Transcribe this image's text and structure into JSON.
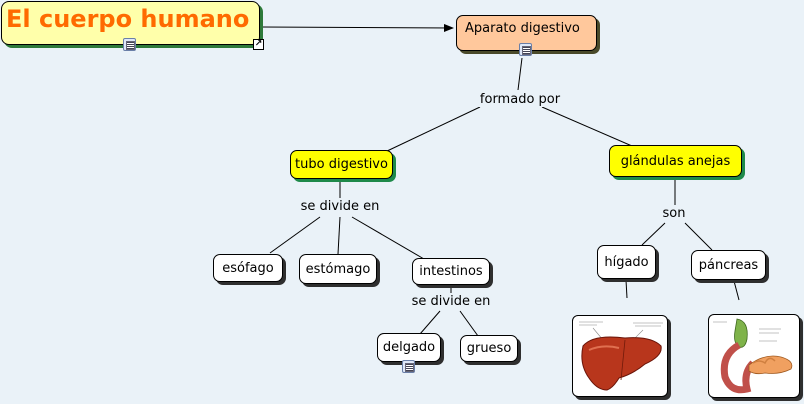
{
  "title": "El cuerpo humano",
  "nodes": {
    "aparato": "Aparato digestivo",
    "tubo": "tubo digestivo",
    "glandulas": "glándulas anejas",
    "esofago": "esófago",
    "estomago": "estómago",
    "intestinos": "intestinos",
    "delgado": "delgado",
    "grueso": "grueso",
    "higado": "hígado",
    "pancreas": "páncreas"
  },
  "links": {
    "formado_por": "formado por",
    "se_divide_en_1": "se divide en",
    "se_divide_en_2": "se divide en",
    "son": "son"
  },
  "icons": {
    "document": "document-icon",
    "shortcut": "shortcut-arrow-icon"
  },
  "colors": {
    "background": "#eaf2f8",
    "title_text": "#ff6a00",
    "concept_highlight": "#ffff00",
    "root_concept": "#ffc89c"
  }
}
